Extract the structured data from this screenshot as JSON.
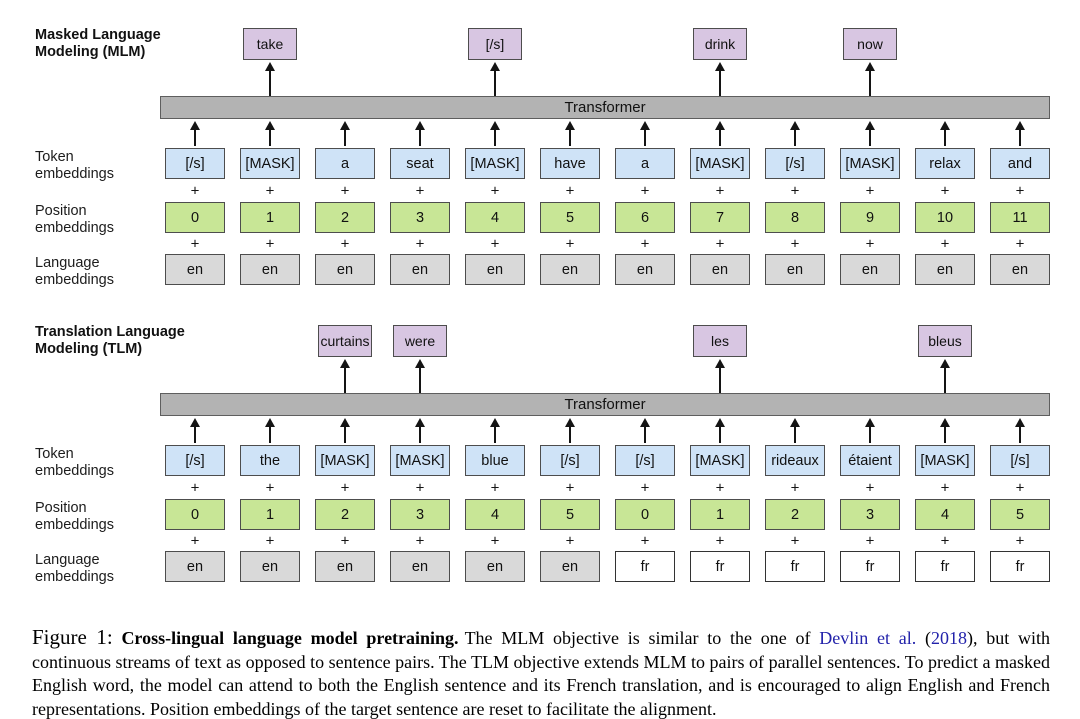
{
  "colors": {
    "token_fill": "#cfe3f7",
    "position_fill": "#c8e696",
    "language_en_fill": "#d9d9d9",
    "language_fr_fill": "#ffffff",
    "prediction_fill": "#d8c6e2",
    "transformer_fill": "#b3b3b3",
    "cite_link": "#2222aa"
  },
  "row_labels": {
    "token": [
      "Token",
      "embeddings"
    ],
    "position": [
      "Position",
      "embeddings"
    ],
    "language": [
      "Language",
      "embeddings"
    ]
  },
  "plus_sign": "+",
  "diagrams": [
    {
      "id": "mlm",
      "title_lines": [
        "Masked Language",
        "Modeling (MLM)"
      ],
      "transformer_label": "Transformer",
      "predictions": [
        {
          "col": 1,
          "label": "take"
        },
        {
          "col": 4,
          "label": "[/s]"
        },
        {
          "col": 7,
          "label": "drink"
        },
        {
          "col": 9,
          "label": "now"
        }
      ],
      "tokens": [
        "[/s]",
        "[MASK]",
        "a",
        "seat",
        "[MASK]",
        "have",
        "a",
        "[MASK]",
        "[/s]",
        "[MASK]",
        "relax",
        "and"
      ],
      "positions": [
        "0",
        "1",
        "2",
        "3",
        "4",
        "5",
        "6",
        "7",
        "8",
        "9",
        "10",
        "11"
      ],
      "languages": [
        "en",
        "en",
        "en",
        "en",
        "en",
        "en",
        "en",
        "en",
        "en",
        "en",
        "en",
        "en"
      ]
    },
    {
      "id": "tlm",
      "title_lines": [
        "Translation Language",
        "Modeling (TLM)"
      ],
      "transformer_label": "Transformer",
      "predictions": [
        {
          "col": 2,
          "label": "curtains"
        },
        {
          "col": 3,
          "label": "were"
        },
        {
          "col": 7,
          "label": "les"
        },
        {
          "col": 10,
          "label": "bleus"
        }
      ],
      "tokens": [
        "[/s]",
        "the",
        "[MASK]",
        "[MASK]",
        "blue",
        "[/s]",
        "[/s]",
        "[MASK]",
        "rideaux",
        "étaient",
        "[MASK]",
        "[/s]"
      ],
      "positions": [
        "0",
        "1",
        "2",
        "3",
        "4",
        "5",
        "0",
        "1",
        "2",
        "3",
        "4",
        "5"
      ],
      "languages": [
        "en",
        "en",
        "en",
        "en",
        "en",
        "en",
        "fr",
        "fr",
        "fr",
        "fr",
        "fr",
        "fr"
      ]
    }
  ],
  "caption": {
    "figure_label": "Figure 1:",
    "bold_title": "Cross-lingual language model pretraining.",
    "body_before_cite": "The MLM objective is similar to the one of ",
    "cite_authors": "Devlin et al.",
    "cite_open": " (",
    "cite_year": "2018",
    "cite_close": ")",
    "body_after_cite": ", but with continuous streams of text as opposed to sentence pairs. The TLM objective extends MLM to pairs of parallel sentences. To predict a masked English word, the model can attend to both the English sentence and its French translation, and is encouraged to align English and French representations. Position embeddings of the target sentence are reset to facilitate the alignment."
  }
}
